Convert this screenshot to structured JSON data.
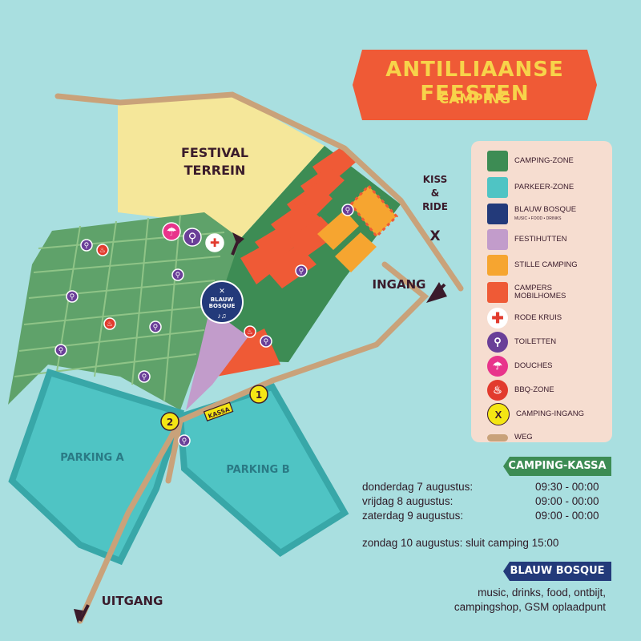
{
  "title": {
    "main": "ANTILLIAANSE FEESTEN",
    "sub": "CAMPING"
  },
  "map_labels": {
    "festival_terrein_1": "FESTIVAL",
    "festival_terrein_2": "TERREIN",
    "kiss": "KISS",
    "amp": "&",
    "ride": "RIDE",
    "x": "X",
    "ingang": "INGANG",
    "uitgang": "UITGANG",
    "parking_a": "PARKING A",
    "parking_b": "PARKING B",
    "kassa": "KASSA",
    "marker_1": "1",
    "marker_2": "2",
    "blauw_bosque_1": "BLAUW",
    "blauw_bosque_2": "BOSQUE"
  },
  "legend": [
    {
      "label": "CAMPING-ZONE",
      "color": "#3d8c54",
      "kind": "swatch"
    },
    {
      "label": "PARKEER-ZONE",
      "color": "#4fc4c4",
      "kind": "swatch"
    },
    {
      "label": "BLAUW BOSQUE",
      "sub": "MUSIC • FOOD • DRINKS",
      "color": "#233a7a",
      "kind": "swatch"
    },
    {
      "label": "FESTIHUTTEN",
      "color": "#c29ccb",
      "kind": "swatch"
    },
    {
      "label": "STILLE CAMPING",
      "color": "#f6a530",
      "kind": "swatch"
    },
    {
      "label": "CAMPERS",
      "label2": "MOBILHOMES",
      "color": "#ef5a36",
      "kind": "swatch"
    },
    {
      "label": "RODE KRUIS",
      "color": "#ffffff",
      "kind": "cross"
    },
    {
      "label": "TOILETTEN",
      "color": "#6a3f98",
      "kind": "circle",
      "icon": "toilet-icon"
    },
    {
      "label": "DOUCHES",
      "color": "#e8348b",
      "kind": "circle",
      "icon": "shower-icon"
    },
    {
      "label": "BBQ-ZONE",
      "color": "#e23b2e",
      "kind": "circle",
      "icon": "bbq-icon"
    },
    {
      "label": "CAMPING-INGANG",
      "color": "#f4e614",
      "kind": "circle",
      "icon": "x-marker-icon",
      "glyph": "X"
    },
    {
      "label": "WEG",
      "color": "#c9a27a",
      "kind": "road"
    }
  ],
  "camping_kassa": {
    "heading": "CAMPING-KASSA",
    "rows": [
      {
        "day": "donderdag 7 augustus:",
        "time": "09:30 - 00:00"
      },
      {
        "day": "vrijdag 8 augustus:",
        "time": "09:00 - 00:00"
      },
      {
        "day": "zaterdag 9 augustus:",
        "time": "09:00 - 00:00"
      }
    ],
    "closing": "zondag 10 augustus: sluit camping 15:00"
  },
  "blauw_bosque": {
    "heading": "BLAUW BOSQUE",
    "line1": "music, drinks, food, ontbijt,",
    "line2": "campingshop, GSM oplaadpunt"
  },
  "colors": {
    "background": "#a9dfe0",
    "camping": "#3d8c54",
    "parking": "#4fc4c4",
    "festival": "#f5e79a",
    "road": "#c9a27a",
    "campers": "#ef5a36",
    "stille": "#f6a530",
    "festihutten": "#c29ccb",
    "title_bg": "#ef5a36",
    "banner": "#3d8c54",
    "banner2": "#233a7a"
  }
}
